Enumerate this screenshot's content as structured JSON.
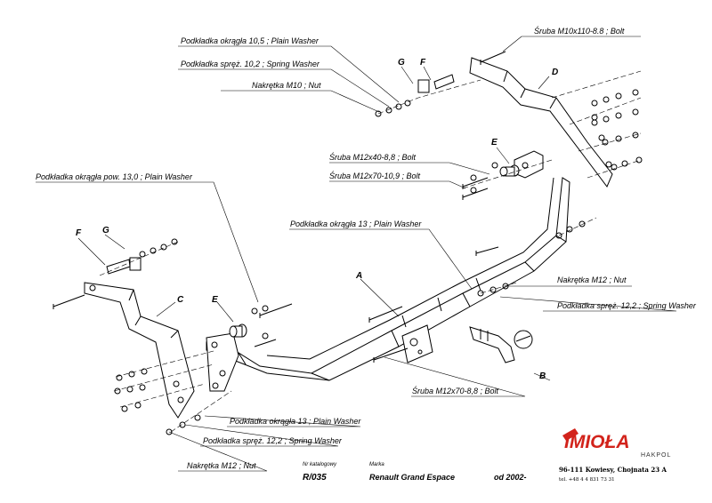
{
  "labels": {
    "washer_10_5": "Podkładka okrągła 10,5 ; Plain Washer",
    "spring_10_2": "Podkładka spręż. 10,2 ; Spring Washer",
    "nut_m10": "Nakrętka  M10 ; Nut",
    "bolt_m10": "Śruba M10x110-8.8 ;  Bolt",
    "bolt_m12x40": "Śruba M12x40-8,8 ;  Bolt",
    "bolt_m12x70_109": "Śruba M12x70-10,9 ;  Bolt",
    "washer_13_0": "Podkładka okrągła pow. 13,0 ; Plain Washer",
    "washer_13_top": "Podkładka okrągła 13 ; Plain Washer",
    "nut_m12_right": "Nakrętka  M12 ; Nut",
    "spring_12_2_right": "Podkładka spręż. 12,2 ; Spring Washer",
    "bolt_m12x70_88": "Śruba M12x70-8,8 ;  Bolt",
    "washer_13_bottom": "Podkładka okrągła 13 ; Plain Washer",
    "spring_12_2_bottom": "Podkładka spręż. 12,2 ; Spring Washer",
    "nut_m12_bottom": "Nakrętka  M12 ; Nut"
  },
  "parts": {
    "A": "A",
    "B": "B",
    "C": "C",
    "D": "D",
    "E1": "E",
    "E2": "E",
    "F1": "F",
    "F2": "F",
    "G1": "G",
    "G2": "G"
  },
  "footer": {
    "catalog_label": "Nr katalogowy",
    "catalog_number": "R/035",
    "brand_label": "Marka",
    "model": "Renault Grand Espace",
    "year": "od 2002-",
    "address": "96-111 Kowiesy, Chojnata 23 A",
    "phone": "tel. +48 4 4 831 73 31"
  },
  "logo": {
    "name": "IMIOŁA",
    "sub": "HAKPOL"
  },
  "colors": {
    "line": "#000000",
    "logo": "#d2231b"
  }
}
